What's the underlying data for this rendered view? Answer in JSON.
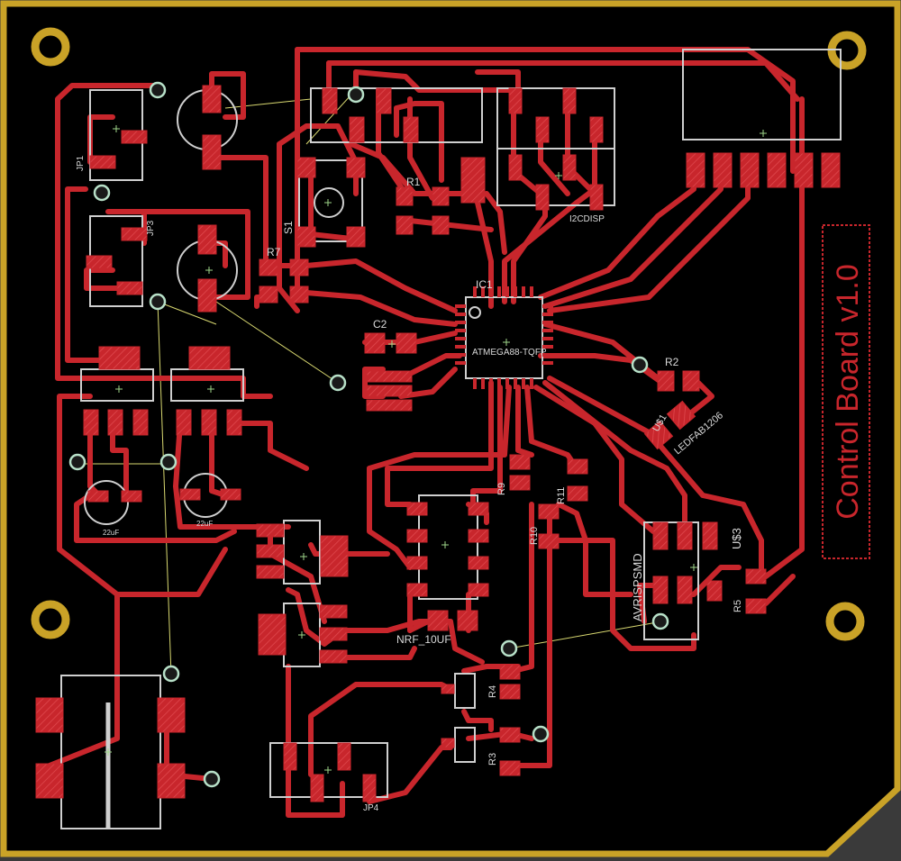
{
  "colors": {
    "background": "#000000",
    "outline": "#c9a227",
    "copper": "#c8262c",
    "silkscreen": "#cfcfcf",
    "via_ring": "#b7e0c8",
    "airwire": "#d8d870"
  },
  "board_title": "Control Board v1.0",
  "components": {
    "ic1_name": "IC1",
    "ic1_value": "ATMEGA88-TQFP",
    "r1": "R1",
    "r2": "R2",
    "r3": "R3",
    "r4": "R4",
    "r5": "R5",
    "r7": "R7",
    "r9": "R9",
    "r10": "R10",
    "r11": "R11",
    "c2": "C2",
    "s1": "S1",
    "jp1": "JP1",
    "jp3": "JP3",
    "jp4": "JP4",
    "i2c_disp": "I2CDISP",
    "led_part": "LEDFAB1206",
    "u1": "U$1",
    "u3": "U$3",
    "avr_isp": "AVRISPSMD",
    "nrf": "NRF_10UF",
    "cap_a": "22uF",
    "cap_b": "22uF"
  }
}
